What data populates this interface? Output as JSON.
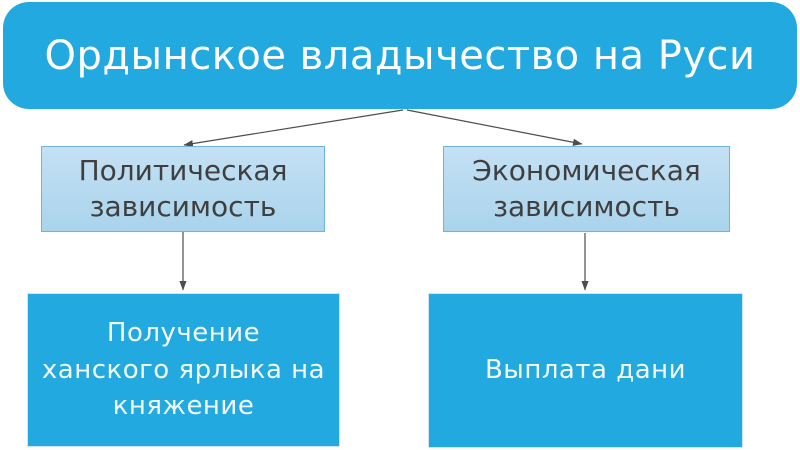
{
  "slide": {
    "title": "Ордынское владычество на Руси",
    "branches": [
      {
        "id": "political",
        "label": "Политическая\nзависимость",
        "leaf": "Получение\nханского ярлыка на\nкняжение"
      },
      {
        "id": "economic",
        "label": "Экономическая\nзависимость",
        "leaf": "Выплата дани"
      }
    ]
  },
  "colors": {
    "background": "#FFFFFF",
    "accent": "#22A9E0",
    "branchFillTop": "#C4E0F4",
    "branchFillBottom": "#A9D4EC",
    "branchBorder": "#6FB4DE",
    "branchText": "#3F3F3F",
    "leafBorder": "#CFE7F5",
    "leafText": "#F2FAFE",
    "rootText": "#FFFFFF",
    "arrow": "#4D4D4D"
  }
}
